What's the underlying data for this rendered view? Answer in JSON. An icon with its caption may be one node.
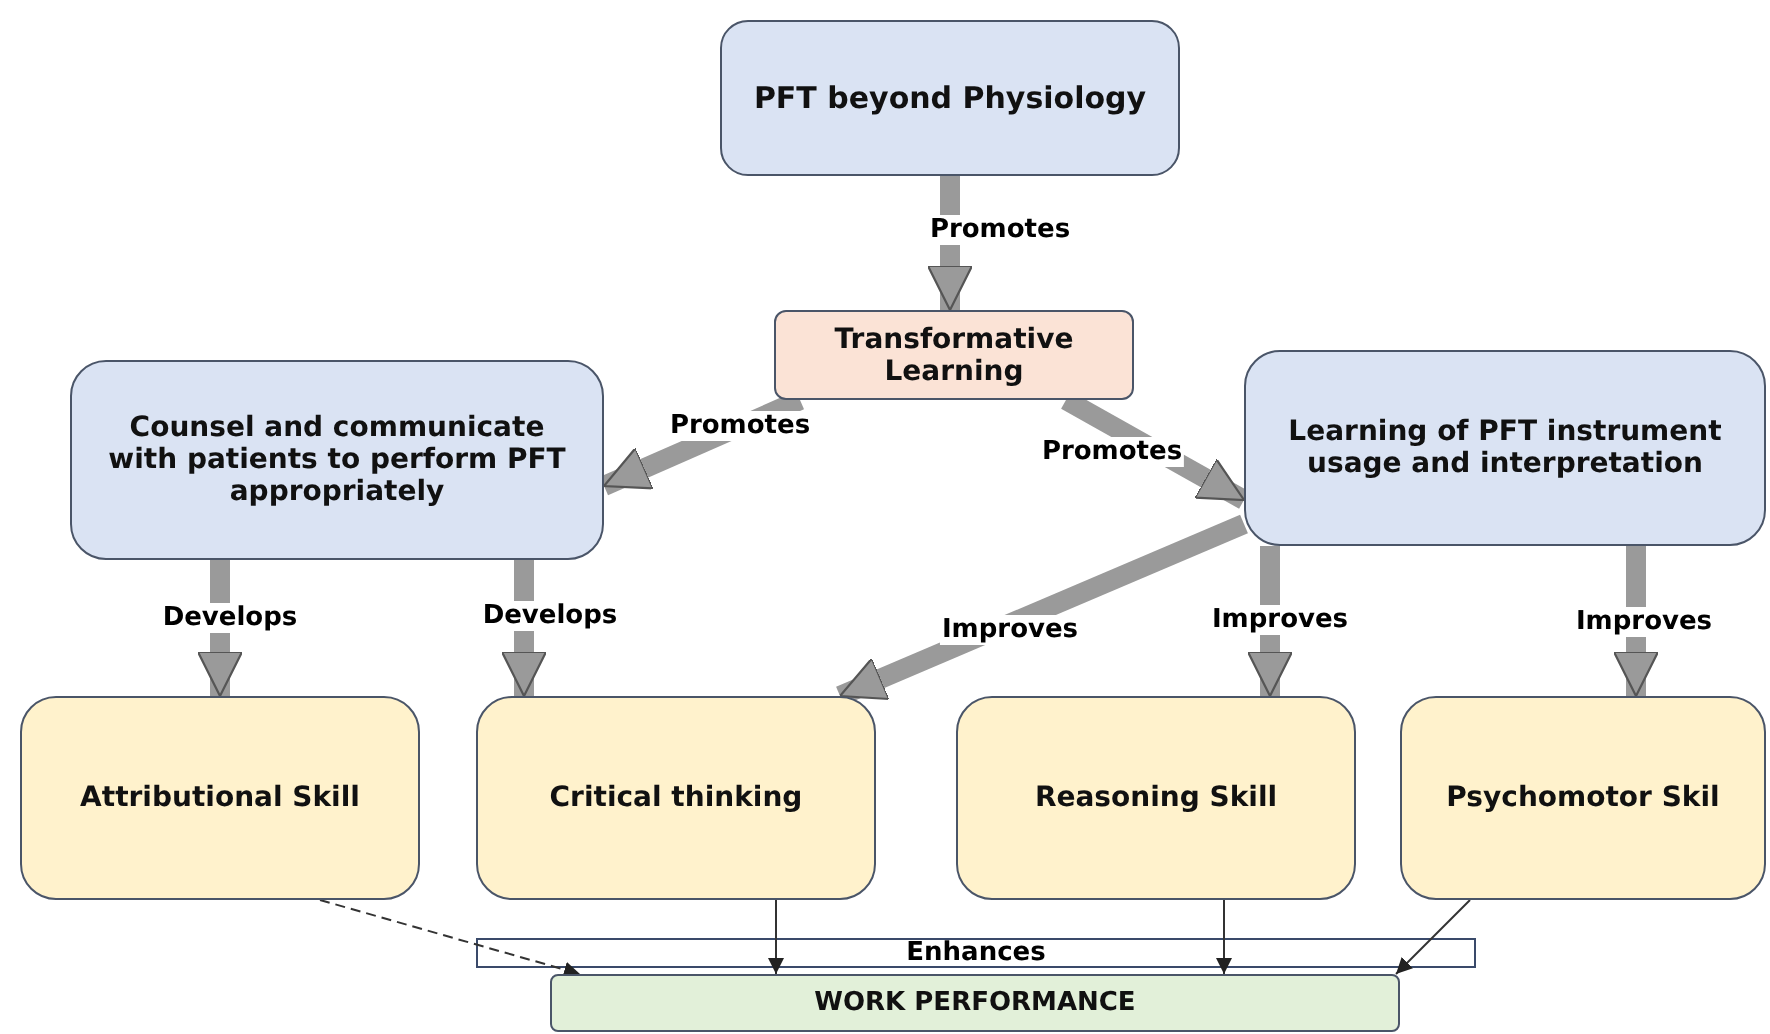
{
  "diagram": {
    "nodes": [
      {
        "text": [
          "PFT beyond Physiology"
        ]
      },
      {
        "text": [
          "Transformative Learning"
        ]
      },
      {
        "text": [
          "Counsel and communicate with patients to perform PFT appropriately"
        ]
      },
      {
        "text": [
          "Learning of PFT instrument usage and interpretation"
        ]
      },
      {
        "text": [
          "Attributional Skill"
        ]
      },
      {
        "text": [
          "Critical thinking"
        ]
      },
      {
        "text": [
          "Reasoning Skill"
        ]
      },
      {
        "text": [
          "Psychomotor Skil"
        ]
      },
      {
        "text": [
          "WORK PERFORMANCE"
        ]
      }
    ],
    "edges": [
      {
        "from": 0,
        "to": 1,
        "arrow": "to",
        "label": "Promotes"
      },
      {
        "from": 1,
        "to": 2,
        "arrow": "to",
        "label": "Promotes"
      },
      {
        "from": 1,
        "to": 3,
        "arrow": "to",
        "label": "Promotes"
      },
      {
        "from": 2,
        "to": 4,
        "arrow": "to",
        "label": "Develops"
      },
      {
        "from": 2,
        "to": 5,
        "arrow": "to",
        "label": "Develops"
      },
      {
        "from": 3,
        "to": 5,
        "arrow": "to",
        "label": "Improves"
      },
      {
        "from": 3,
        "to": 6,
        "arrow": "to",
        "label": "Improves"
      },
      {
        "from": 3,
        "to": 7,
        "arrow": "to",
        "label": "Improves"
      },
      {
        "from": 4,
        "to": 8,
        "arrow": "to",
        "style": "dashed",
        "color": "#333333"
      },
      {
        "from": 5,
        "to": 8,
        "arrow": "to",
        "color": "#333333"
      },
      {
        "from": 6,
        "to": 8,
        "arrow": "to",
        "color": "#333333"
      },
      {
        "from": 7,
        "to": 8,
        "arrow": "to",
        "color": "#333333"
      }
    ],
    "labels": [
      "Enhances"
    ]
  }
}
